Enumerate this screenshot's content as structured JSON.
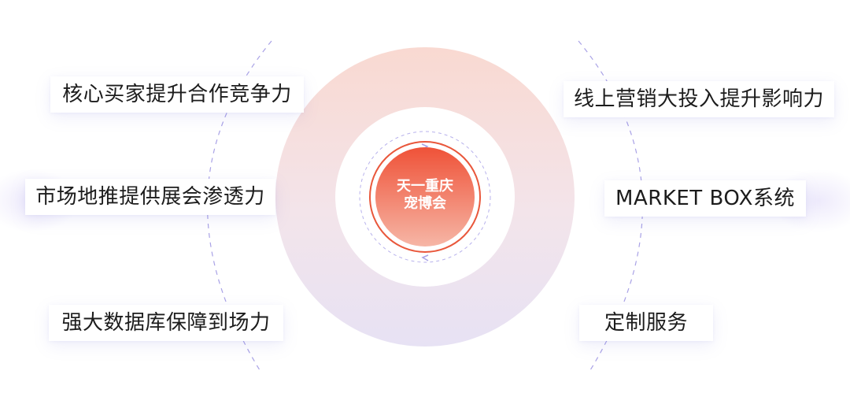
{
  "center": {
    "line1": "天一重庆",
    "line2": "宠博会"
  },
  "left_items": [
    {
      "label": "核心买家提升合作竞争力"
    },
    {
      "label": "市场地推提供展会渗透力"
    },
    {
      "label": "强大数据库保障到场力"
    }
  ],
  "right_items": [
    {
      "label": "线上营销大投入提升影响力"
    },
    {
      "label": "MARKET BOX系统"
    },
    {
      "label": "定制服务"
    }
  ],
  "colors": {
    "outer_ring_top": "#f9dcd4",
    "outer_ring_bottom": "#e9e3f3",
    "inner_ring": "#e9573b",
    "center_top": "#f0573d",
    "center_bottom": "#f6b2a2",
    "dashed_arc": "#a9a2e6"
  }
}
